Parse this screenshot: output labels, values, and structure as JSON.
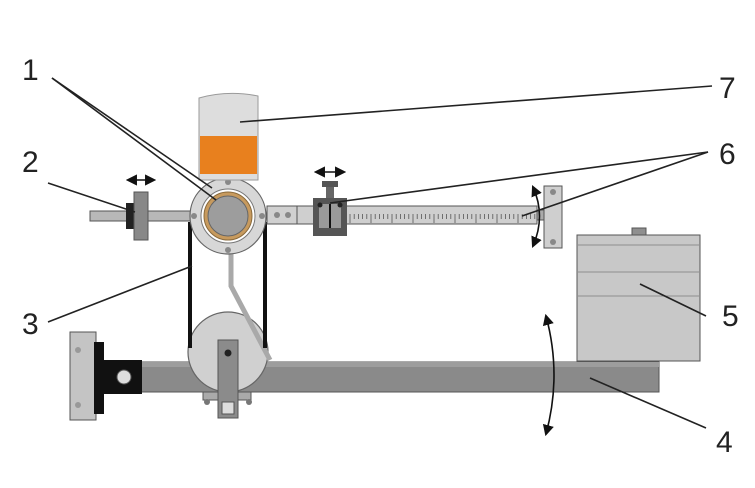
{
  "callouts": [
    {
      "id": "1",
      "label": "1"
    },
    {
      "id": "2",
      "label": "2"
    },
    {
      "id": "3",
      "label": "3"
    },
    {
      "id": "4",
      "label": "4"
    },
    {
      "id": "5",
      "label": "5"
    },
    {
      "id": "6",
      "label": "6"
    },
    {
      "id": "7",
      "label": "7"
    }
  ],
  "colors": {
    "background": "#ffffff",
    "metal_dark": "#7d7d7d",
    "metal_mid": "#a9a9a9",
    "metal_light": "#d2d2d2",
    "black": "#111111",
    "oil": "#e8801e",
    "cup": "#dcdcdc",
    "leader_line": "#222222"
  },
  "icons": {
    "adjust_arrow": "double-arrow-horizontal-icon",
    "swing_arrow": "curved-double-arrow-icon"
  }
}
